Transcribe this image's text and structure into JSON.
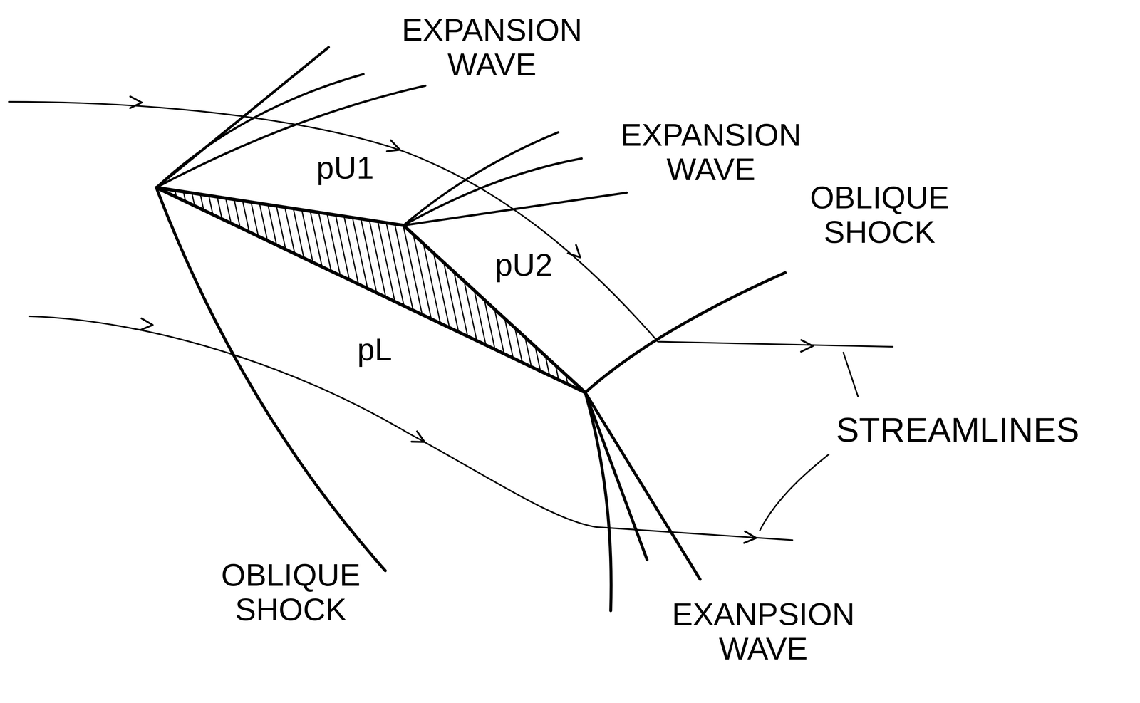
{
  "diagram": {
    "labels": [
      "EXPANSION WAVE",
      "EXPANSION WAVE",
      "OBLIQUE SHOCK",
      "STREAMLINES",
      "OBLIQUE SHOCK",
      "EXANPSION WAVE",
      "pU1",
      "pU2",
      "pL"
    ]
  }
}
